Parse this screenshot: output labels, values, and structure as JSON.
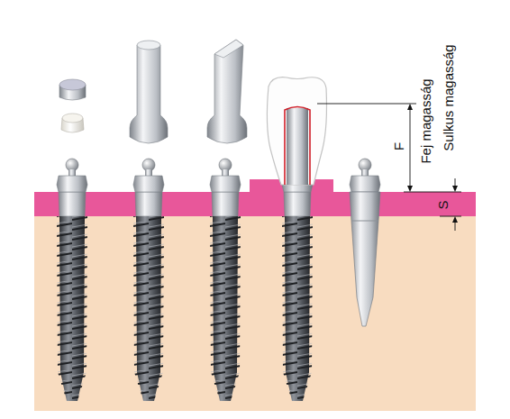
{
  "diagram": {
    "labels": [
      "Fej magasság",
      "Sulkus magasság",
      "F",
      "S"
    ]
  }
}
